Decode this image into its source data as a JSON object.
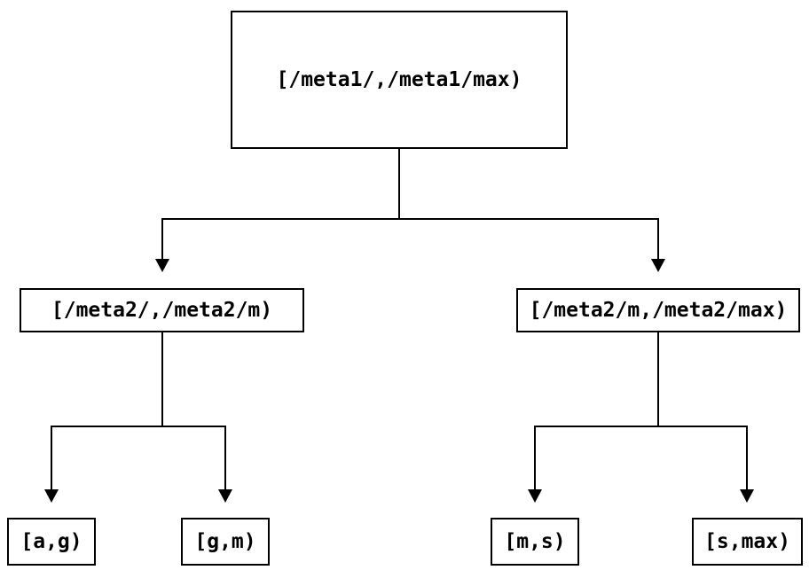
{
  "diagram": {
    "type": "binary-interval-tree",
    "background_color": "#ffffff",
    "line_color": "#000000",
    "tree": {
      "root": {
        "label": "[/meta1/,/meta1/max)",
        "children": [
          {
            "label": "[/meta2/,/meta2/m)",
            "children": [
              {
                "label": "[a,g)"
              },
              {
                "label": "[g,m)"
              }
            ]
          },
          {
            "label": "[/meta2/m,/meta2/max)",
            "children": [
              {
                "label": "[m,s)"
              },
              {
                "label": "[s,max)"
              }
            ]
          }
        ]
      }
    }
  }
}
